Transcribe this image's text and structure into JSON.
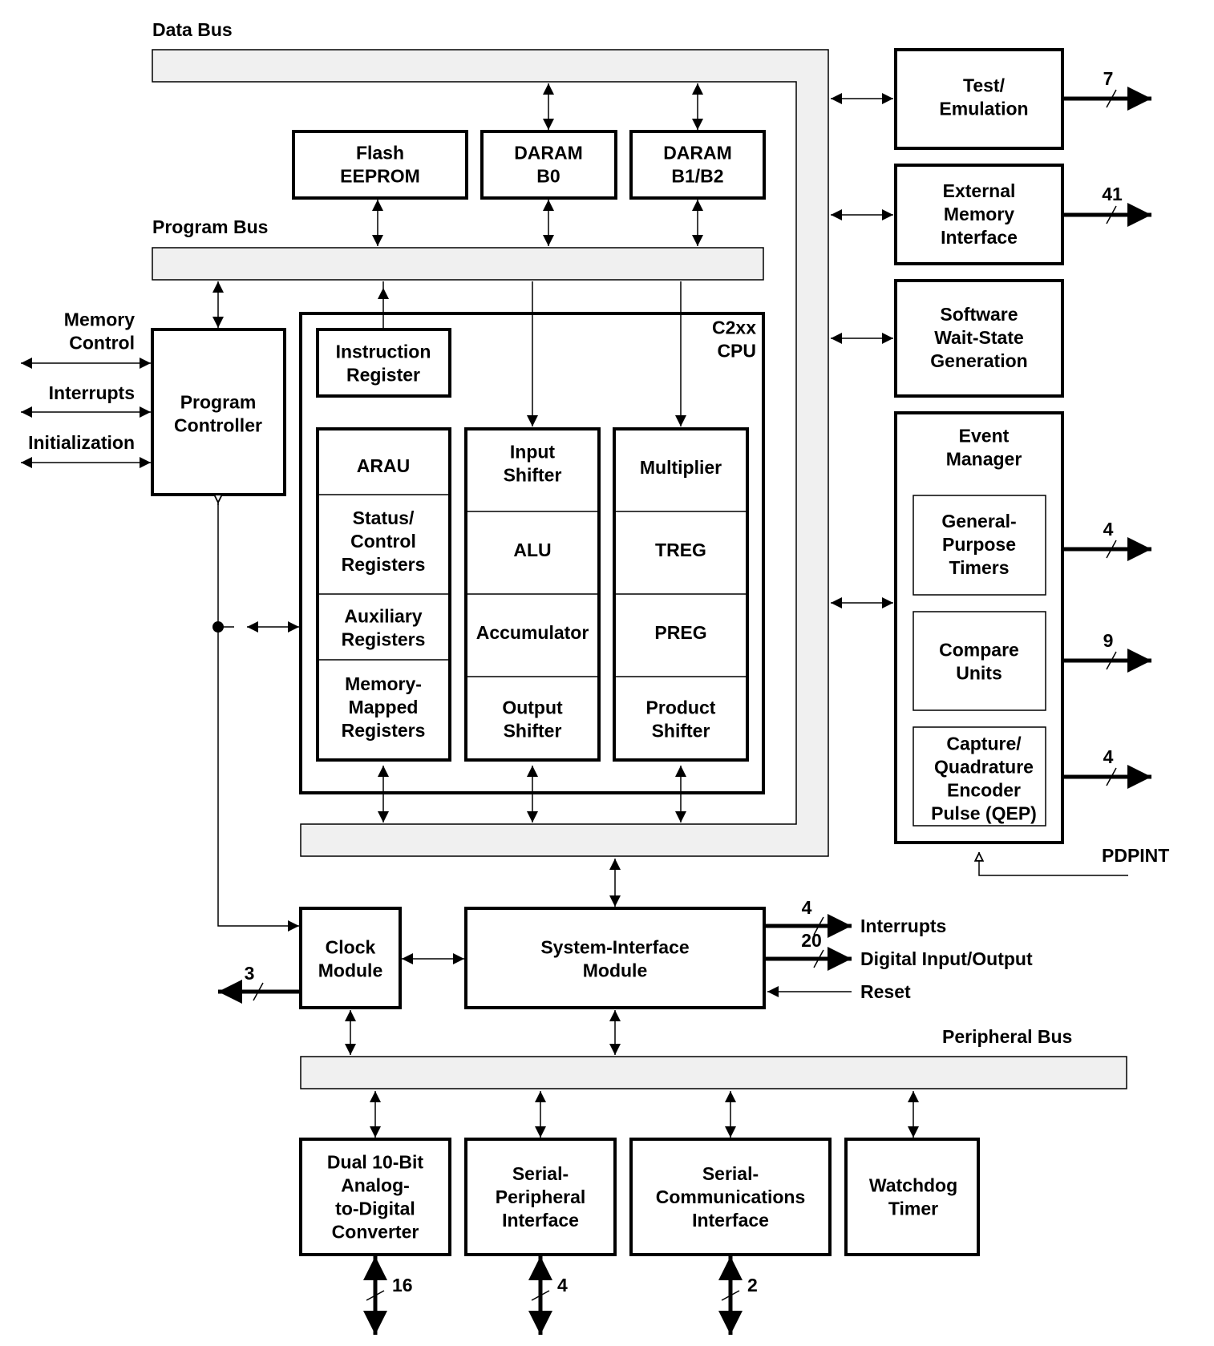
{
  "buses": {
    "data_bus": "Data Bus",
    "program_bus": "Program Bus",
    "peripheral_bus": "Peripheral Bus"
  },
  "memory": {
    "flash": [
      "Flash",
      "EEPROM"
    ],
    "daram_b0": [
      "DARAM",
      "B0"
    ],
    "daram_b1b2": [
      "DARAM",
      "B1/B2"
    ]
  },
  "left_signals": {
    "memory_control": [
      "Memory",
      "Control"
    ],
    "interrupts": "Interrupts",
    "initialization": "Initialization"
  },
  "program_controller": [
    "Program",
    "Controller"
  ],
  "cpu": {
    "title": [
      "C2xx",
      "CPU"
    ],
    "instruction_register": [
      "Instruction",
      "Register"
    ],
    "column1": {
      "arau": [
        "ARAU"
      ],
      "status": [
        "Status/",
        "Control",
        "Registers"
      ],
      "auxiliary": [
        "Auxiliary",
        "Registers"
      ],
      "memory_mapped": [
        "Memory-",
        "Mapped",
        "Registers"
      ]
    },
    "column2": {
      "input_shifter": [
        "Input",
        "Shifter"
      ],
      "alu": [
        "ALU"
      ],
      "accumulator": [
        "Accumulator"
      ],
      "output_shifter": [
        "Output",
        "Shifter"
      ]
    },
    "column3": {
      "multiplier": [
        "Multiplier"
      ],
      "treg": [
        "TREG"
      ],
      "preg": [
        "PREG"
      ],
      "product_shifter": [
        "Product",
        "Shifter"
      ]
    }
  },
  "right_blocks": {
    "test_emulation": [
      "Test/",
      "Emulation"
    ],
    "external_memory": [
      "External",
      "Memory",
      "Interface"
    ],
    "wait_state": [
      "Software",
      "Wait-State",
      "Generation"
    ],
    "event_manager": [
      "Event",
      "Manager"
    ],
    "gp_timers": [
      "General-",
      "Purpose",
      "Timers"
    ],
    "compare_units": [
      "Compare",
      "Units"
    ],
    "capture": [
      "Capture/",
      "Quadrature",
      "Encoder",
      "Pulse (QEP)"
    ],
    "pdpint": "PDPINT"
  },
  "pin_counts": {
    "test": "7",
    "ext_mem": "41",
    "gp_timers": "4",
    "compare": "9",
    "capture": "4",
    "sys_interrupts": "4",
    "sys_dio": "20",
    "clock": "3",
    "adc": "16",
    "spi": "4",
    "sci": "2"
  },
  "clock_module": [
    "Clock",
    "Module"
  ],
  "system_interface": {
    "label": [
      "System-Interface",
      "Module"
    ],
    "interrupts": "Interrupts",
    "digital_io": "Digital Input/Output",
    "reset": "Reset"
  },
  "peripherals": {
    "adc": [
      "Dual 10-Bit",
      "Analog-",
      "to-Digital",
      "Converter"
    ],
    "spi": [
      "Serial-",
      "Peripheral",
      "Interface"
    ],
    "sci": [
      "Serial-",
      "Communications",
      "Interface"
    ],
    "watchdog": [
      "Watchdog",
      "Timer"
    ]
  }
}
